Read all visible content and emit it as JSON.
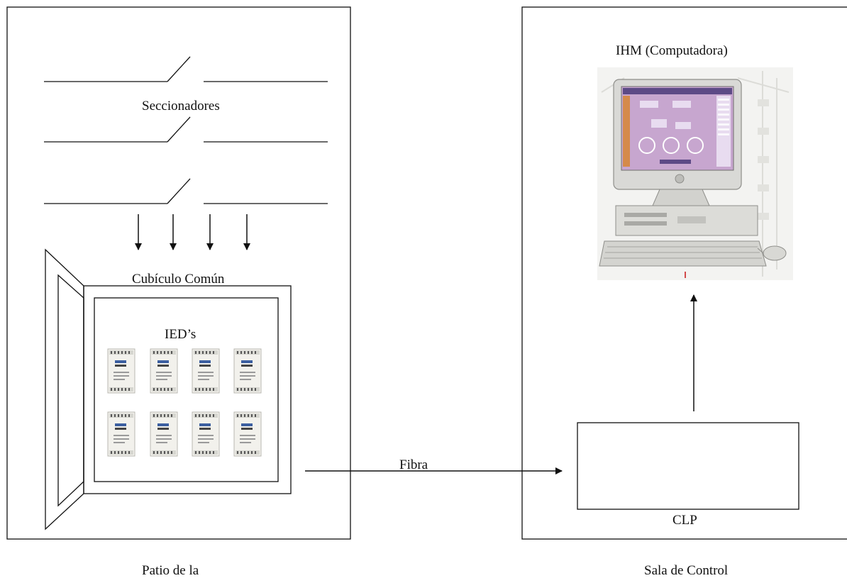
{
  "diagram": {
    "switches_label": "Seccionadores",
    "cubicle_label": "Cubículo Común",
    "ieds_label": "IED’s",
    "hmi_label": "IHM (Computadora)",
    "link_label": "Fibra",
    "plc_label": "CLP",
    "left_area_label": "Patio de la",
    "right_area_label": "Sala de Control"
  },
  "counts": {
    "disconnect_switches": 3,
    "down_arrows": 4,
    "ied_units": 8
  },
  "colors": {
    "line": "#111111",
    "monitor_body": "#d9d9d6",
    "screen_bg": "#c7a6cf",
    "screen_panel": "#e8dcf0",
    "screen_sidebar": "#d58a4a"
  }
}
